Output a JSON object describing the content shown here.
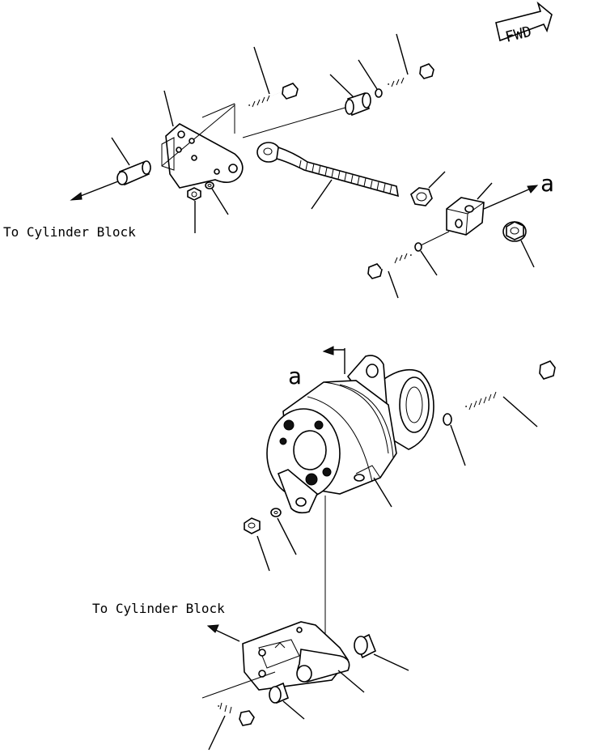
{
  "diagram": {
    "fwd_label": "FWD",
    "callout_letter": "a",
    "to_cylinder_block": "To Cylinder Block"
  }
}
